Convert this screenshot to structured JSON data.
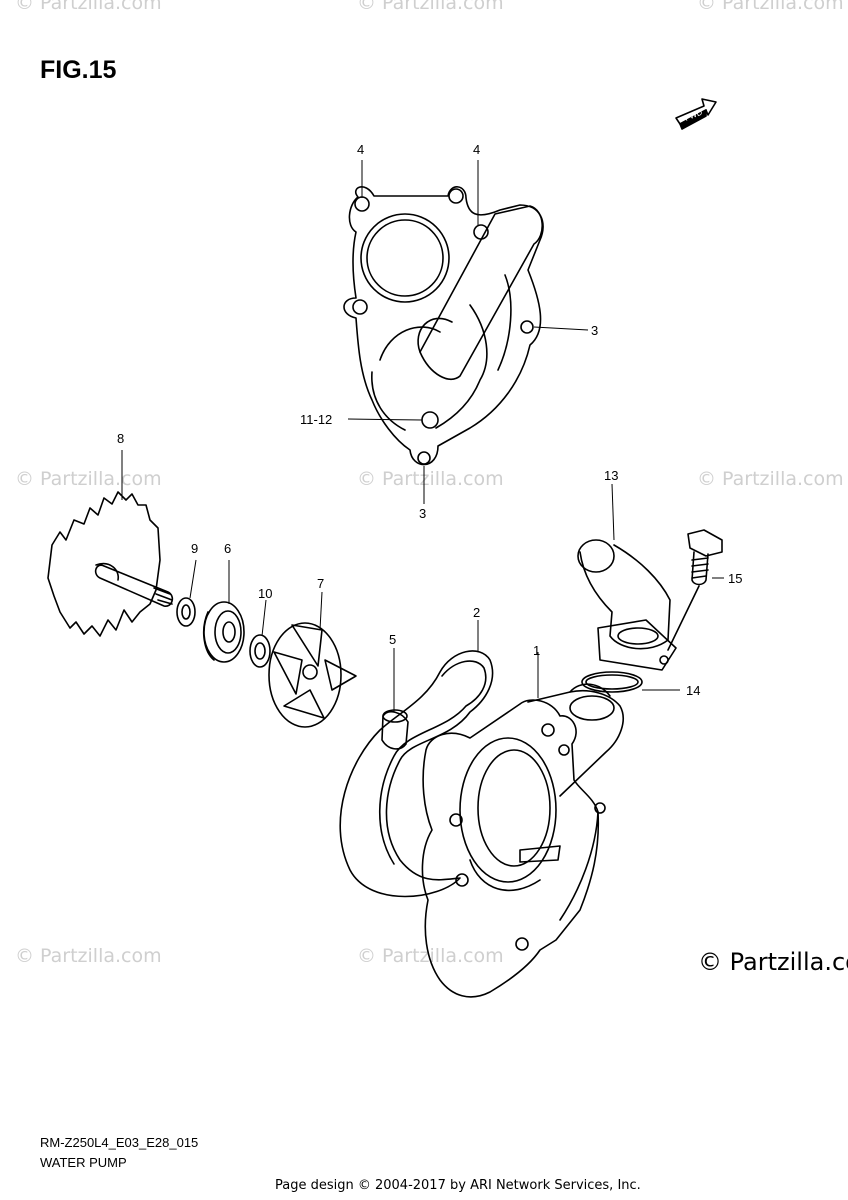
{
  "figure_title": "FIG.15",
  "model_code": "RM-Z250L4_E03_E28_015",
  "diagram_name": "WATER PUMP",
  "footer": "Page design © 2004-2017 by ARI Network Services, Inc.",
  "fwd_label": "FWD",
  "watermark": "© Partzilla.com",
  "watermark_big": "© Partzilla.co",
  "callouts": {
    "c1": "1",
    "c2": "2",
    "c3a": "3",
    "c3b": "3",
    "c4a": "4",
    "c4b": "4",
    "c5": "5",
    "c6": "6",
    "c7": "7",
    "c8": "8",
    "c9": "9",
    "c10": "10",
    "c11_12": "11-12",
    "c13": "13",
    "c14": "14",
    "c15": "15"
  },
  "colors": {
    "line": "#000000",
    "watermark": "#cfcfcf"
  }
}
